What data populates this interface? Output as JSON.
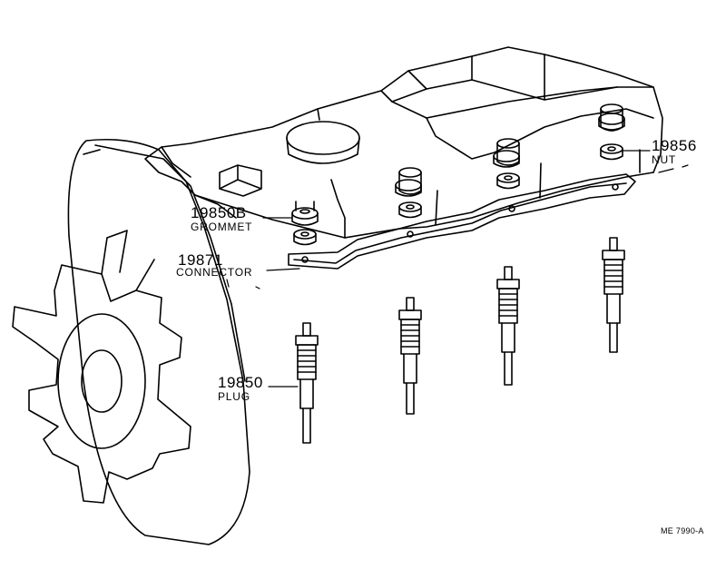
{
  "parts": [
    {
      "id": "grommet",
      "number": "19850B",
      "name": "GROMMET"
    },
    {
      "id": "connector",
      "number": "19871",
      "name": "CONNECTOR"
    },
    {
      "id": "nut",
      "number": "19856",
      "name": "NUT"
    },
    {
      "id": "plug",
      "number": "19850",
      "name": "PLUG"
    }
  ],
  "drawing_code": "ME 7990-A",
  "colors": {
    "ink": "#000000",
    "paper": "#ffffff"
  }
}
